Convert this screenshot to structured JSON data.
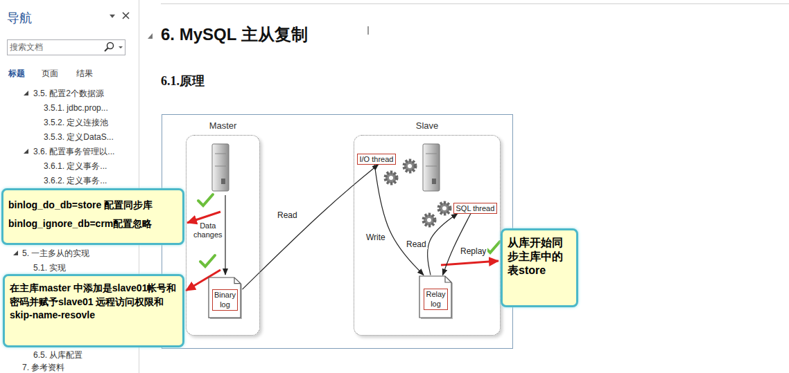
{
  "diagram": {
    "title": "6. MySQL 主从复制",
    "nodes": [
      {
        "text": [
          "Master"
        ]
      },
      {
        "text": [
          "Binary log"
        ],
        "in": 0
      },
      {
        "text": [
          "Slave"
        ]
      },
      {
        "text": [
          "I/O thread"
        ],
        "in": 2
      },
      {
        "text": [
          "SQL thread"
        ],
        "in": 2
      },
      {
        "text": [
          "Relay log"
        ],
        "in": 2
      },
      {
        "text": [
          "binlog_do_db=store 配置同步库",
          "binlog_ignore_db=crm配置忽略"
        ]
      },
      {
        "text": [
          "在主库master 中添加是slave01帐号和密码并赋予slave01 远程访问权限和skip-name-resovle"
        ]
      },
      {
        "text": [
          "从库开始同步主库中的表store"
        ]
      }
    ],
    "edges": [
      {
        "from": 1,
        "to": 3,
        "label": "Read",
        "arrow": "to"
      },
      {
        "from": 3,
        "to": 5,
        "label": "Write",
        "arrow": "to"
      },
      {
        "from": 5,
        "to": 4,
        "label": "Read",
        "arrow": "to"
      },
      {
        "from": 4,
        "to": 5,
        "label": "Replay",
        "arrow": "to"
      }
    ],
    "labels": [
      "导航",
      "搜索文档",
      "标题",
      "页面",
      "结果",
      "3.5. 配置2个数据源",
      "3.5.1. jdbc.prop...",
      "3.5.2. 定义连接池",
      "3.5.3. 定义DataS...",
      "3.6. 配置事务管理以...",
      "3.6.1. 定义事务...",
      "3.6.2. 定义事务...",
      "5. 一主多从的实现",
      "5.1. 实现",
      "6.5. 从库配置",
      "7. 参考资料",
      "6.1.原理",
      "Data changes"
    ]
  }
}
